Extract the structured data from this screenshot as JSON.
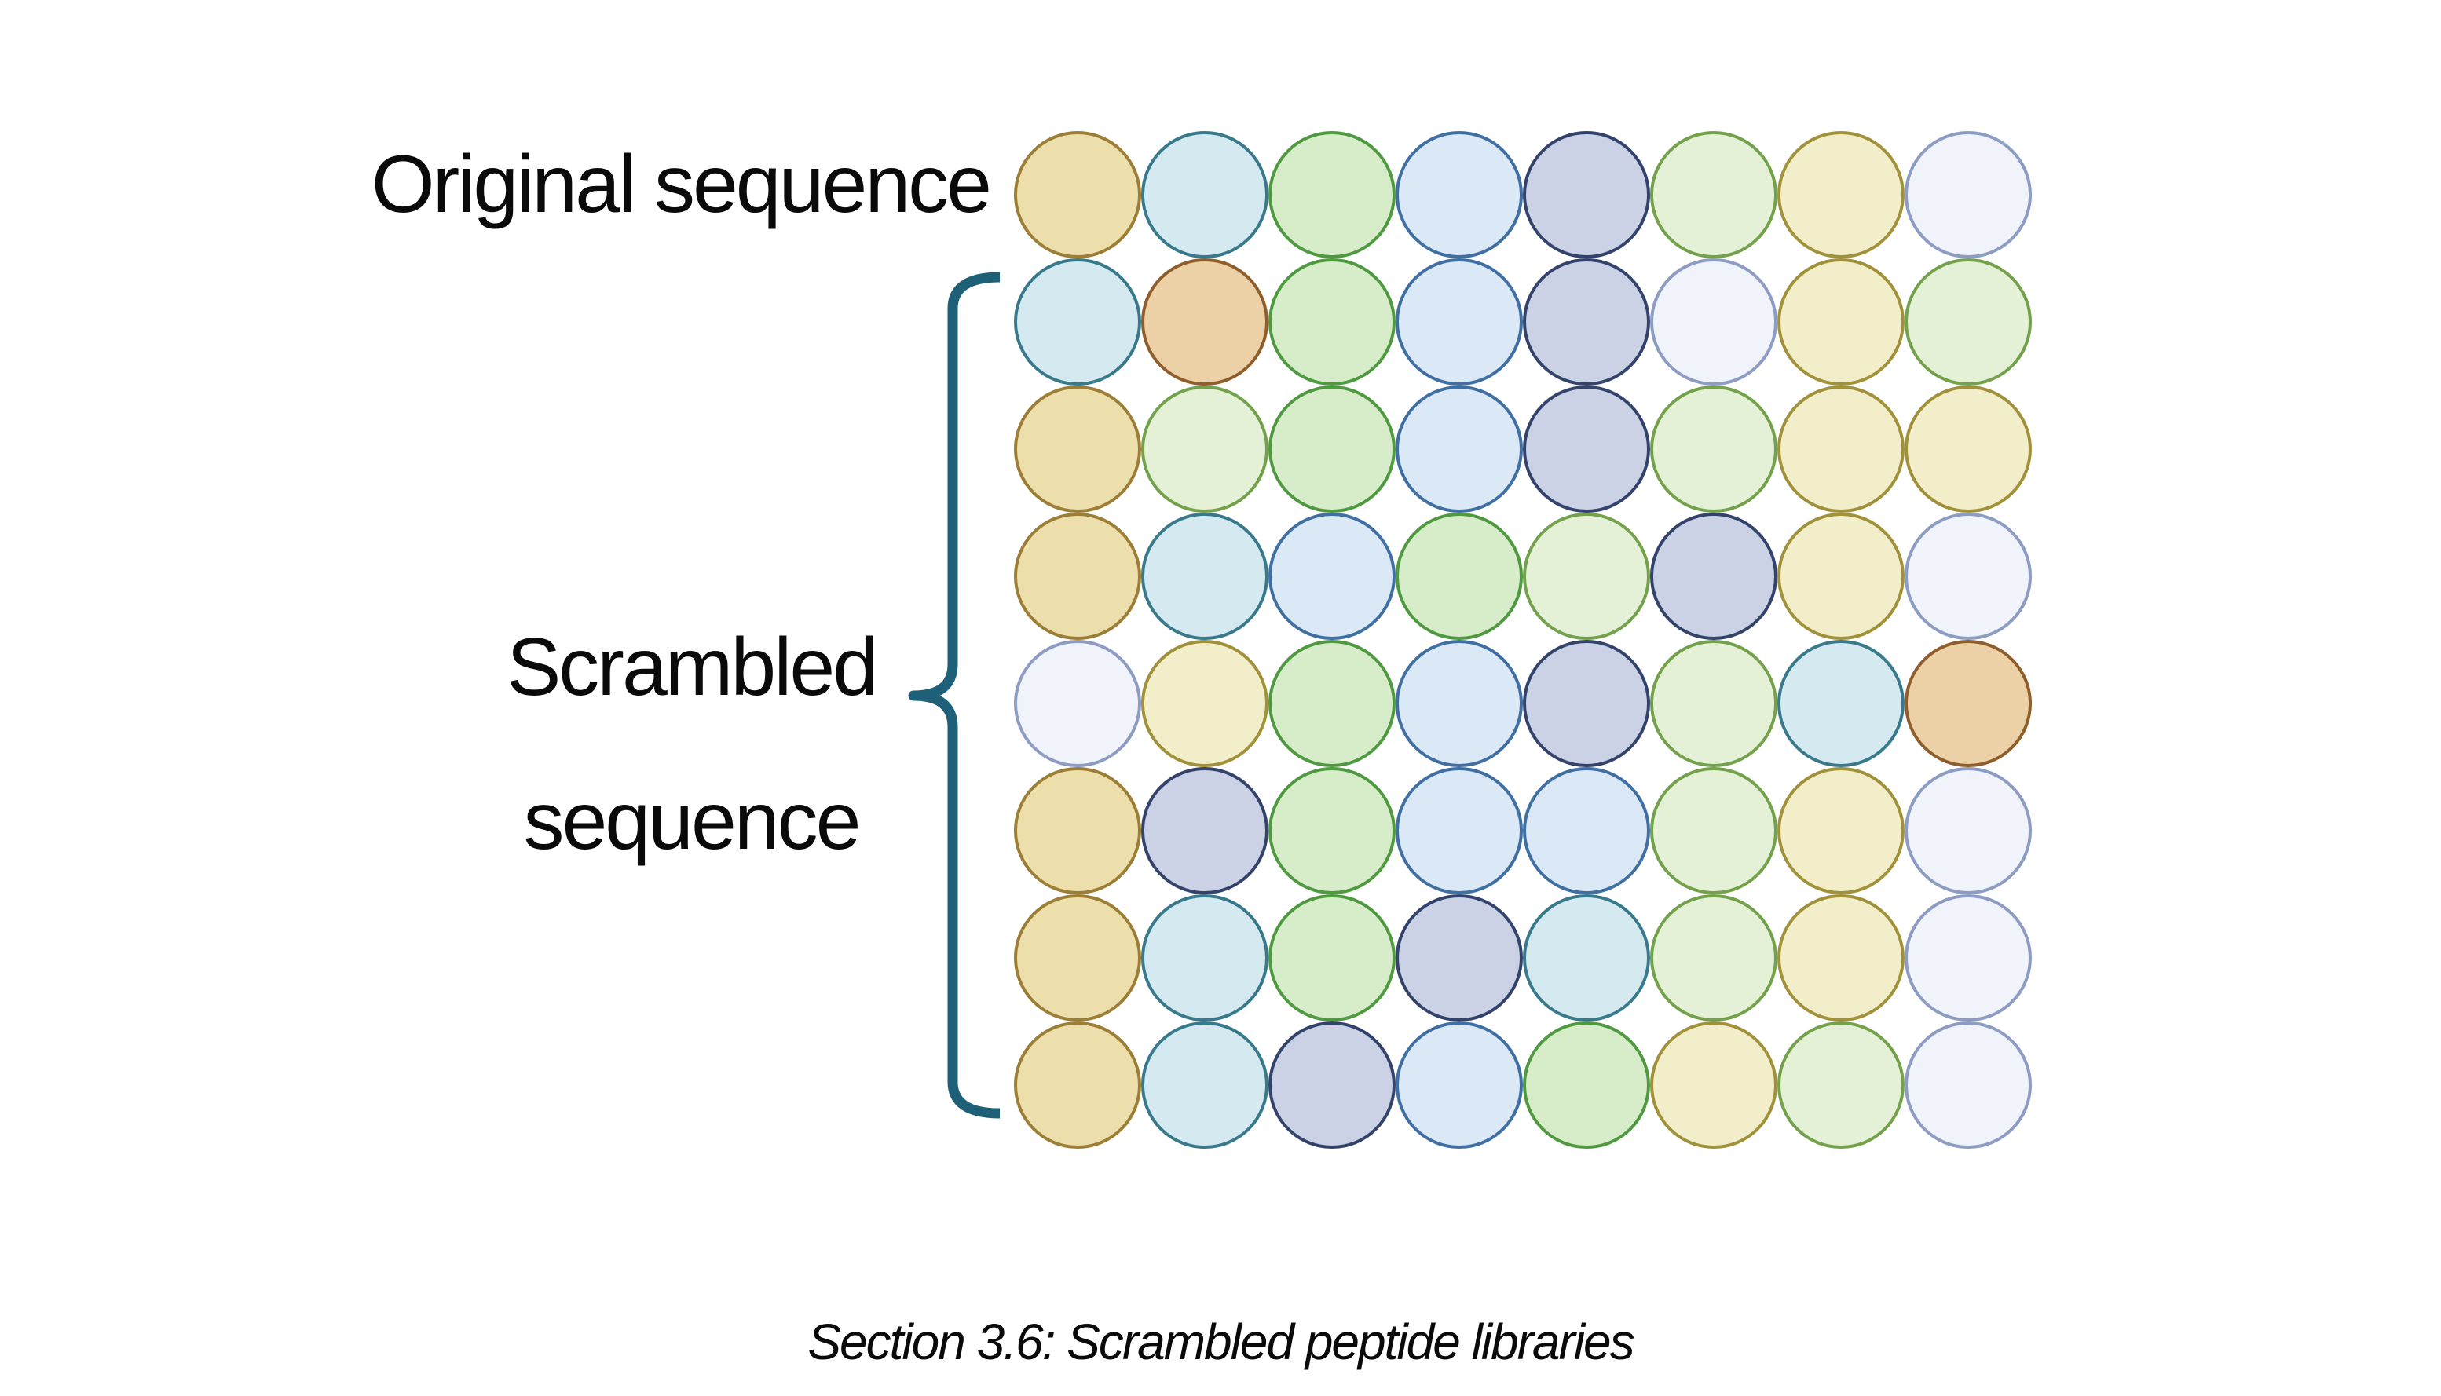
{
  "labels": {
    "original": "Original sequence",
    "scrambled_lines": [
      "Scrambled",
      "sequence"
    ]
  },
  "caption": "Section 3.6: Scrambled peptide libraries",
  "text_color": "#0a0a0a",
  "brace": {
    "shape": "left-curly-brace",
    "color": "#1f6079"
  },
  "palette": {
    "tan": {
      "fill": "#ecdfab",
      "border": "#9d7e36"
    },
    "cyan": {
      "fill": "#d5eaf0",
      "border": "#39798c"
    },
    "green": {
      "fill": "#d7edc9",
      "border": "#4f9a40"
    },
    "blue": {
      "fill": "#dbe8f6",
      "border": "#3f6fa3"
    },
    "periwinkle": {
      "fill": "#cbd2e6",
      "border": "#33436b"
    },
    "palegreen": {
      "fill": "#e5f1d6",
      "border": "#74a24c"
    },
    "paleyellow": {
      "fill": "#f2eec9",
      "border": "#a1913a"
    },
    "ghost": {
      "fill": "#f0f3f9",
      "border": "#8d9cc2"
    },
    "peach": {
      "fill": "#ebd1a5",
      "border": "#8f5e2c"
    }
  },
  "grid": {
    "columns": 8,
    "row_roles": [
      "original",
      "scrambled",
      "scrambled",
      "scrambled",
      "scrambled",
      "scrambled",
      "scrambled",
      "scrambled"
    ],
    "rows": [
      [
        "tan",
        "cyan",
        "green",
        "blue",
        "periwinkle",
        "palegreen",
        "paleyellow",
        "ghost"
      ],
      [
        "cyan",
        "peach",
        "green",
        "blue",
        "periwinkle",
        "ghost",
        "paleyellow",
        "palegreen"
      ],
      [
        "tan",
        "palegreen",
        "green",
        "blue",
        "periwinkle",
        "palegreen",
        "paleyellow",
        "paleyellow"
      ],
      [
        "tan",
        "cyan",
        "blue",
        "green",
        "palegreen",
        "periwinkle",
        "paleyellow",
        "ghost"
      ],
      [
        "ghost",
        "paleyellow",
        "green",
        "blue",
        "periwinkle",
        "palegreen",
        "cyan",
        "peach"
      ],
      [
        "tan",
        "periwinkle",
        "green",
        "blue",
        "blue",
        "palegreen",
        "paleyellow",
        "ghost"
      ],
      [
        "tan",
        "cyan",
        "green",
        "periwinkle",
        "cyan",
        "palegreen",
        "paleyellow",
        "ghost"
      ],
      [
        "tan",
        "cyan",
        "periwinkle",
        "blue",
        "green",
        "paleyellow",
        "palegreen",
        "ghost"
      ]
    ]
  }
}
